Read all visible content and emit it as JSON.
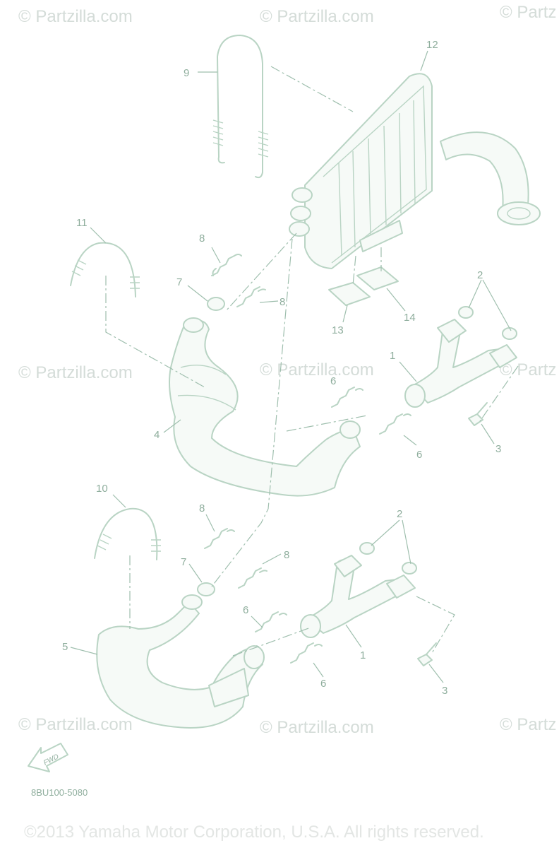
{
  "watermark": "© Partzilla.com",
  "watermark_partial": "© Partz",
  "diagram_code": "8BU100-5080",
  "copyright": "©2013  Yamaha Motor Corporation, U.S.A. All rights reserved.",
  "fwd_label": "FWD",
  "callouts": {
    "c1a": "1",
    "c1b": "1",
    "c2a": "2",
    "c2b": "2",
    "c3a": "3",
    "c3b": "3",
    "c4": "4",
    "c5": "5",
    "c6a": "6",
    "c6b": "6",
    "c6c": "6",
    "c6d": "6",
    "c7a": "7",
    "c7b": "7",
    "c8a": "8",
    "c8b": "8",
    "c8c": "8",
    "c8d": "8",
    "c9": "9",
    "c10": "10",
    "c11": "11",
    "c12": "12",
    "c13": "13",
    "c14": "14"
  },
  "colors": {
    "line": "#b9d4c4",
    "label": "#8fae9d",
    "watermark": "#d4dcd8"
  }
}
